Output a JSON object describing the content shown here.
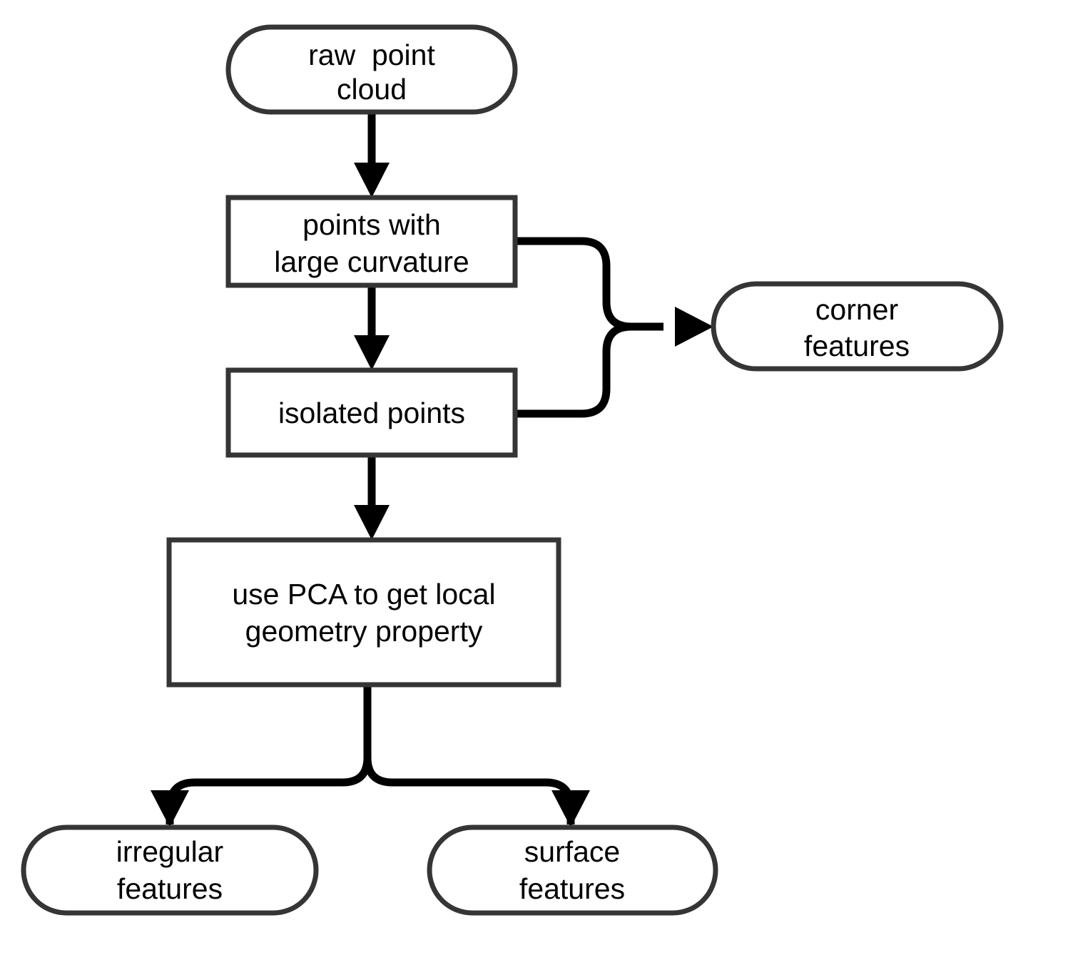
{
  "diagram": {
    "title": "point cloud feature extraction flowchart",
    "background_color": "#ffffff",
    "node_stroke_color": "#353535",
    "node_fill_color": "#ffffff",
    "edge_color": "#000000",
    "text_color": "#000000",
    "nodes": [
      {
        "id": "raw-point-cloud",
        "shape": "stadium",
        "lines": [
          "raw  point",
          "cloud"
        ]
      },
      {
        "id": "points-with-large-curvature",
        "shape": "rectangle",
        "lines": [
          "points with",
          "large curvature"
        ]
      },
      {
        "id": "isolated-points",
        "shape": "rectangle",
        "lines": [
          "isolated points"
        ]
      },
      {
        "id": "corner-features",
        "shape": "stadium",
        "lines": [
          "corner",
          "features"
        ]
      },
      {
        "id": "use-pca",
        "shape": "rectangle",
        "lines": [
          "use PCA to get local",
          "geometry property"
        ]
      },
      {
        "id": "irregular-features",
        "shape": "stadium",
        "lines": [
          "irregular",
          "features"
        ]
      },
      {
        "id": "surface-features",
        "shape": "stadium",
        "lines": [
          "surface",
          "features"
        ]
      }
    ],
    "edges": [
      {
        "id": "edge-raw-to-curvature",
        "from": "raw-point-cloud",
        "to": "points-with-large-curvature",
        "label": ""
      },
      {
        "id": "edge-curvature-to-isolated",
        "from": "points-with-large-curvature",
        "to": "isolated-points",
        "label": ""
      },
      {
        "id": "edge-curvature-to-corner",
        "from": "points-with-large-curvature",
        "to": "corner-features",
        "label": ""
      },
      {
        "id": "edge-isolated-to-corner",
        "from": "isolated-points",
        "to": "corner-features",
        "label": ""
      },
      {
        "id": "edge-isolated-to-pca",
        "from": "isolated-points",
        "to": "use-pca",
        "label": ""
      },
      {
        "id": "edge-pca-to-irregular",
        "from": "use-pca",
        "to": "irregular-features",
        "label": ""
      },
      {
        "id": "edge-pca-to-surface",
        "from": "use-pca",
        "to": "surface-features",
        "label": ""
      }
    ]
  }
}
